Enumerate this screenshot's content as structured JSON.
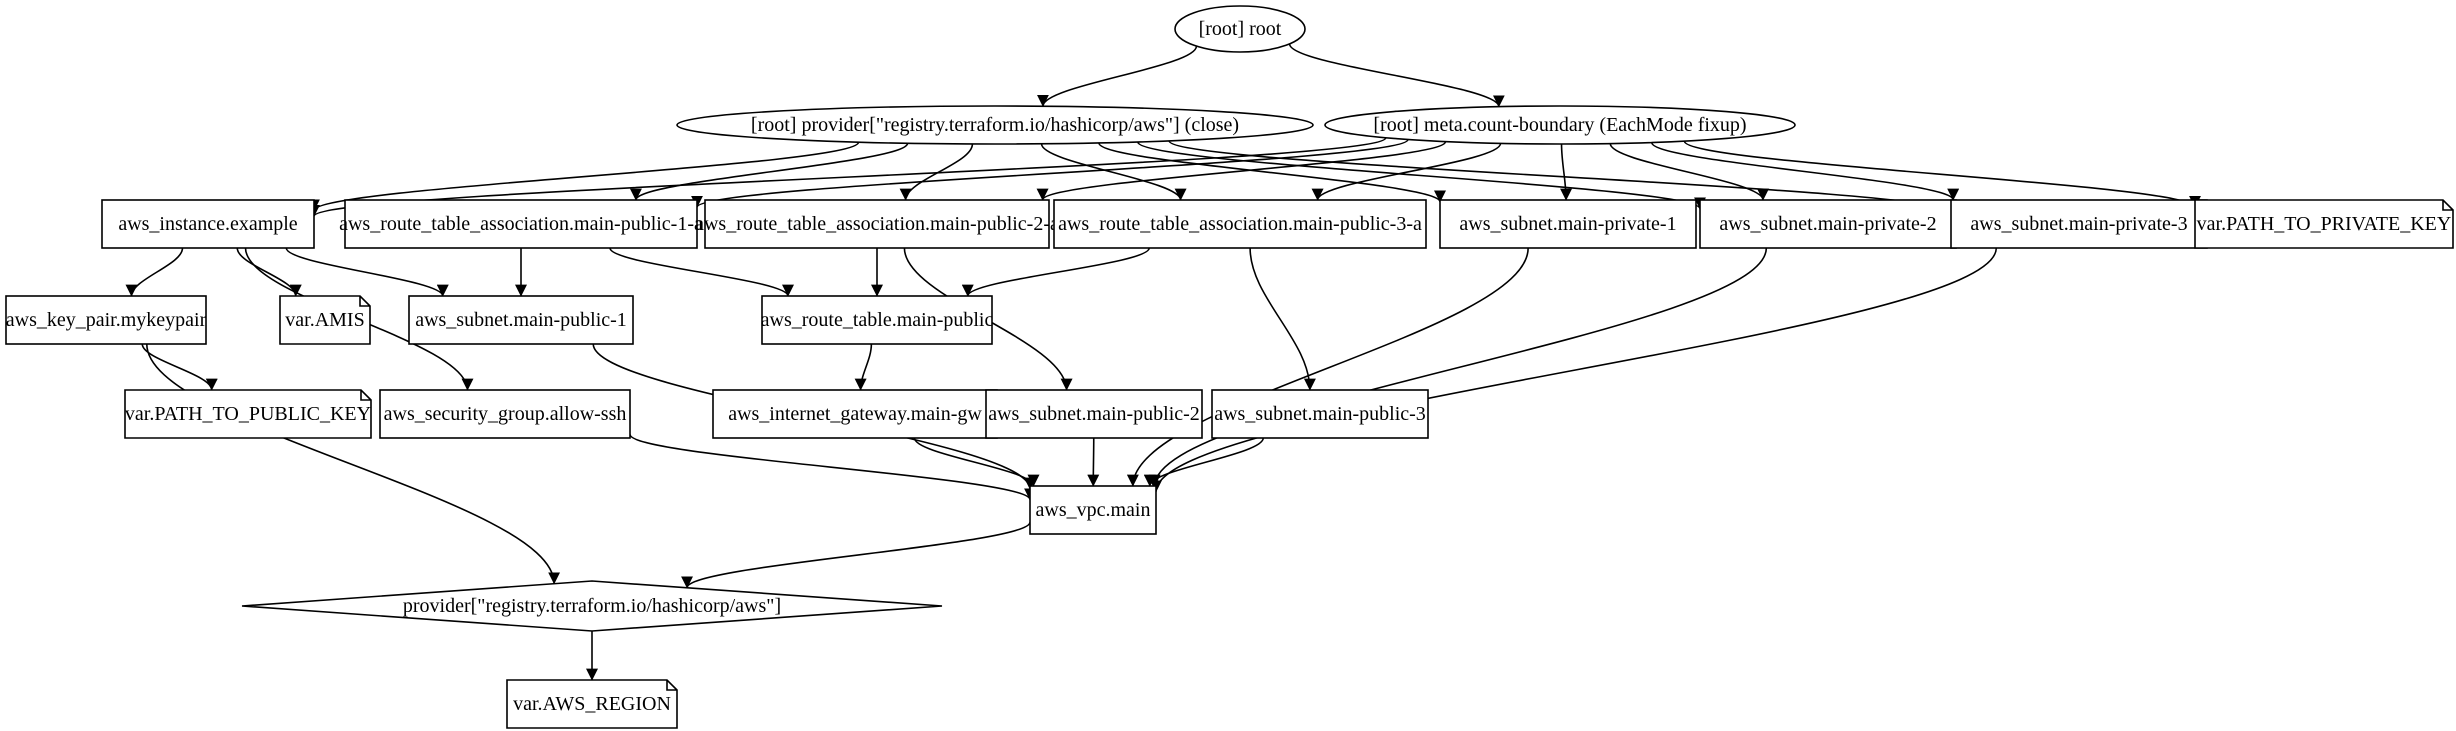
{
  "nodes": [
    {
      "id": "root",
      "label": "[root] root",
      "shape": "ellipse"
    },
    {
      "id": "provider_close",
      "label": "[root] provider[\"registry.terraform.io/hashicorp/aws\"] (close)",
      "shape": "ellipse"
    },
    {
      "id": "meta_count",
      "label": "[root] meta.count-boundary (EachMode fixup)",
      "shape": "ellipse"
    },
    {
      "id": "inst",
      "label": "aws_instance.example",
      "shape": "box"
    },
    {
      "id": "rta1",
      "label": "aws_route_table_association.main-public-1-a",
      "shape": "box"
    },
    {
      "id": "rta2",
      "label": "aws_route_table_association.main-public-2-a",
      "shape": "box"
    },
    {
      "id": "rta3",
      "label": "aws_route_table_association.main-public-3-a",
      "shape": "box"
    },
    {
      "id": "sp1",
      "label": "aws_subnet.main-private-1",
      "shape": "box"
    },
    {
      "id": "sp2",
      "label": "aws_subnet.main-private-2",
      "shape": "box"
    },
    {
      "id": "sp3",
      "label": "aws_subnet.main-private-3",
      "shape": "box"
    },
    {
      "id": "vppk",
      "label": "var.PATH_TO_PRIVATE_KEY",
      "shape": "note"
    },
    {
      "id": "kp",
      "label": "aws_key_pair.mykeypair",
      "shape": "box"
    },
    {
      "id": "amis",
      "label": "var.AMIS",
      "shape": "note"
    },
    {
      "id": "spub1",
      "label": "aws_subnet.main-public-1",
      "shape": "box"
    },
    {
      "id": "rt",
      "label": "aws_route_table.main-public",
      "shape": "box"
    },
    {
      "id": "vpub",
      "label": "var.PATH_TO_PUBLIC_KEY",
      "shape": "note"
    },
    {
      "id": "sg",
      "label": "aws_security_group.allow-ssh",
      "shape": "box"
    },
    {
      "id": "igw",
      "label": "aws_internet_gateway.main-gw",
      "shape": "box"
    },
    {
      "id": "spub2",
      "label": "aws_subnet.main-public-2",
      "shape": "box"
    },
    {
      "id": "spub3",
      "label": "aws_subnet.main-public-3",
      "shape": "box"
    },
    {
      "id": "vpc",
      "label": "aws_vpc.main",
      "shape": "box"
    },
    {
      "id": "prov",
      "label": "provider[\"registry.terraform.io/hashicorp/aws\"]",
      "shape": "diamond"
    },
    {
      "id": "region",
      "label": "var.AWS_REGION",
      "shape": "note"
    }
  ],
  "edges": [
    {
      "from": "root",
      "to": "provider_close"
    },
    {
      "from": "root",
      "to": "meta_count"
    },
    {
      "from": "provider_close",
      "to": "inst"
    },
    {
      "from": "provider_close",
      "to": "rta1"
    },
    {
      "from": "provider_close",
      "to": "rta2"
    },
    {
      "from": "provider_close",
      "to": "rta3"
    },
    {
      "from": "provider_close",
      "to": "sp1"
    },
    {
      "from": "provider_close",
      "to": "sp2"
    },
    {
      "from": "provider_close",
      "to": "sp3"
    },
    {
      "from": "meta_count",
      "to": "inst"
    },
    {
      "from": "meta_count",
      "to": "rta1"
    },
    {
      "from": "meta_count",
      "to": "rta2"
    },
    {
      "from": "meta_count",
      "to": "rta3"
    },
    {
      "from": "meta_count",
      "to": "sp1"
    },
    {
      "from": "meta_count",
      "to": "sp2"
    },
    {
      "from": "meta_count",
      "to": "sp3"
    },
    {
      "from": "meta_count",
      "to": "vppk"
    },
    {
      "from": "inst",
      "to": "kp"
    },
    {
      "from": "inst",
      "to": "amis"
    },
    {
      "from": "inst",
      "to": "spub1"
    },
    {
      "from": "inst",
      "to": "sg"
    },
    {
      "from": "rta1",
      "to": "spub1"
    },
    {
      "from": "rta1",
      "to": "rt"
    },
    {
      "from": "rta2",
      "to": "rt"
    },
    {
      "from": "rta2",
      "to": "spub2"
    },
    {
      "from": "rta3",
      "to": "rt"
    },
    {
      "from": "rta3",
      "to": "spub3"
    },
    {
      "from": "kp",
      "to": "vpub"
    },
    {
      "from": "kp",
      "to": "prov"
    },
    {
      "from": "spub1",
      "to": "vpc"
    },
    {
      "from": "rt",
      "to": "igw"
    },
    {
      "from": "sg",
      "to": "vpc"
    },
    {
      "from": "igw",
      "to": "vpc"
    },
    {
      "from": "spub2",
      "to": "vpc"
    },
    {
      "from": "spub3",
      "to": "vpc"
    },
    {
      "from": "sp1",
      "to": "vpc"
    },
    {
      "from": "sp2",
      "to": "vpc"
    },
    {
      "from": "sp3",
      "to": "vpc"
    },
    {
      "from": "vpc",
      "to": "prov"
    },
    {
      "from": "prov",
      "to": "region"
    }
  ]
}
